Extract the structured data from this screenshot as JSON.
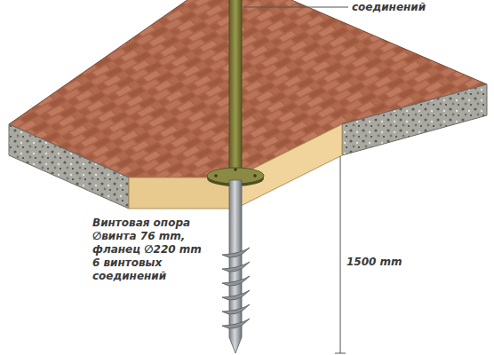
{
  "diagram": {
    "labels": [
      "соединений",
      "Винтовая опора ∅винта 76 mm, фланец ∅220 mm 6 винтовых соединений",
      "1500 mm"
    ]
  }
}
